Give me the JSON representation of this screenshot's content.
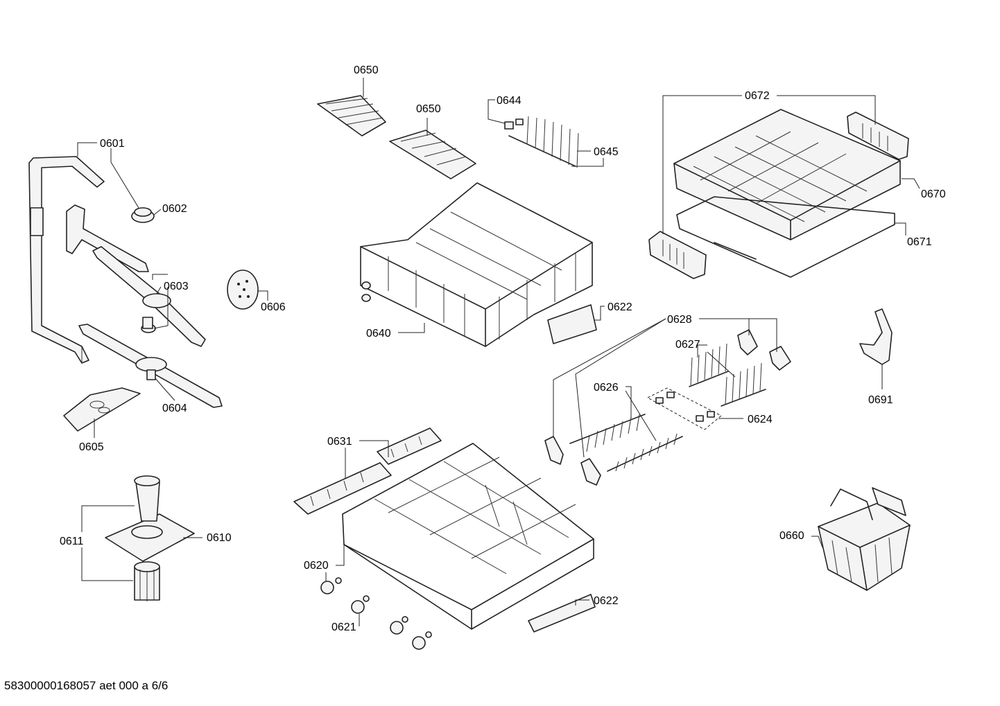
{
  "diagram": {
    "callouts": {
      "c0601": "0601",
      "c0602": "0602",
      "c0603": "0603",
      "c0604": "0604",
      "c0605": "0605",
      "c0606": "0606",
      "c0610": "0610",
      "c0611": "0611",
      "c0620": "0620",
      "c0621": "0621",
      "c0622a": "0622",
      "c0622b": "0622",
      "c0624": "0624",
      "c0626": "0626",
      "c0627": "0627",
      "c0628": "0628",
      "c0631": "0631",
      "c0640": "0640",
      "c0644": "0644",
      "c0645": "0645",
      "c0650a": "0650",
      "c0650b": "0650",
      "c0660": "0660",
      "c0670": "0670",
      "c0671": "0671",
      "c0672": "0672",
      "c0691": "0691"
    },
    "footer": "58300000168057 aet 000 a 6/6"
  }
}
